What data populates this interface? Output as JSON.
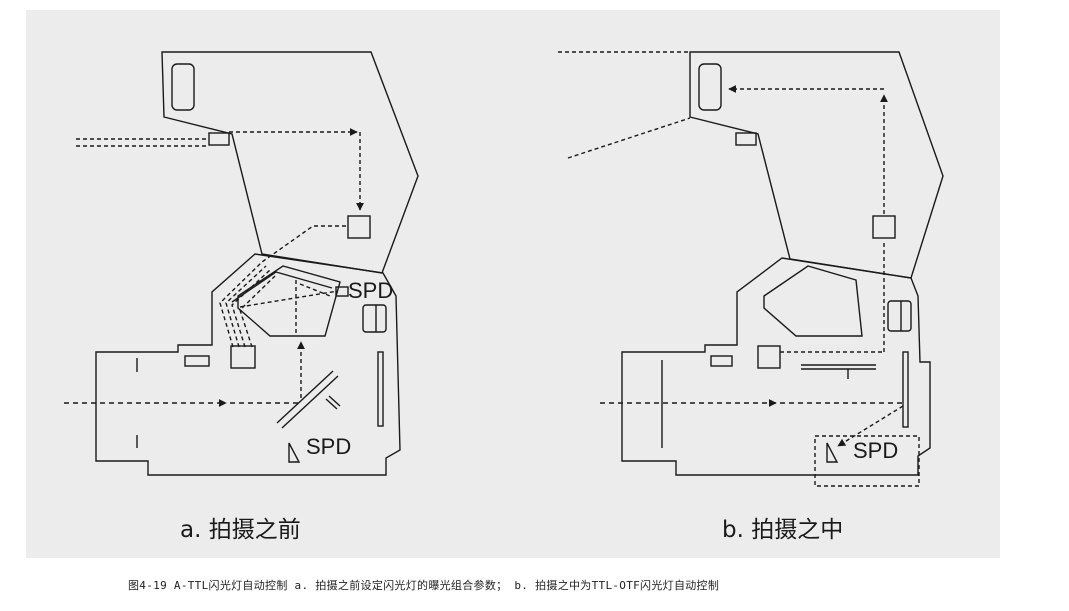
{
  "diagram": {
    "panel_a": {
      "caption": "a. 拍摄之前",
      "spd_top_label": "SPD",
      "spd_bottom_label": "SPD"
    },
    "panel_b": {
      "caption": "b. 拍摄之中",
      "spd_bottom_label": "SPD"
    }
  },
  "figure_caption": "图4-19  A-TTL闪光灯自动控制  a. 拍摄之前设定闪光灯的曝光组合参数；  b. 拍摄之中为TTL-OTF闪光灯自动控制",
  "colors": {
    "panel_background": "#ececec",
    "line": "#1a1a1a"
  }
}
